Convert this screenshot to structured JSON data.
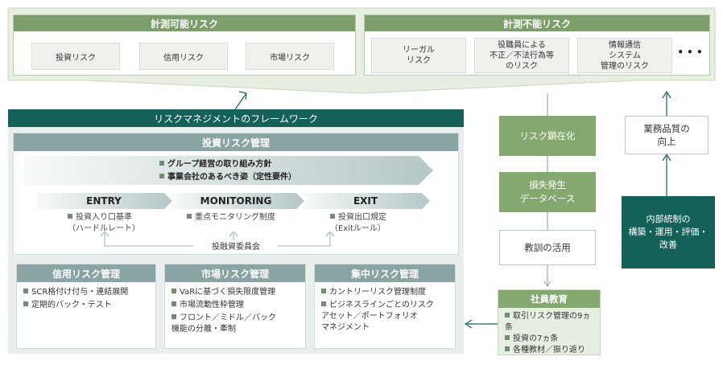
{
  "top_left": {
    "header": "計測可能リスク",
    "items": [
      "投資リスク",
      "信用リスク",
      "市場リスク"
    ]
  },
  "top_right": {
    "header": "計測不能リスク",
    "items": [
      "リーガル\nリスク",
      "役職員による\n不正／不法行為等\nのリスク",
      "情報通信\nシステム\n管理のリスク"
    ],
    "more": "• • •"
  },
  "framework_bar": "リスクマネジメントのフレームワーク",
  "invest_mgmt": {
    "header": "投資リスク管理",
    "policy_lines": [
      "グループ経営の取り組み方針",
      "事業会社のあるべき姿（定性要件）"
    ],
    "stages": [
      {
        "title": "ENTRY",
        "sub": "投資入り口基準\n（ハードルレート）"
      },
      {
        "title": "MONITORING",
        "sub": "重点モニタリング制度"
      },
      {
        "title": "EXIT",
        "sub": "投資出口規定\n（Exitルール）"
      }
    ],
    "committee": "投融資委員会"
  },
  "sub_mgmt": [
    {
      "header": "信用リスク管理",
      "items": [
        "SCR格付け付与・連結展開",
        "定期的バック・テスト"
      ]
    },
    {
      "header": "市場リスク管理",
      "items": [
        "VaRに基づく損失限度管理",
        "市場流動性枠管理",
        "フロント／ミドル／バック\n機能の分離・牽制"
      ]
    },
    {
      "header": "集中リスク管理",
      "items": [
        "カントリーリスク管理制度",
        "ビジネスラインごとのリスク\nアセット／ポートフォリオ\nマネジメント"
      ]
    }
  ],
  "right_flow": {
    "risk_manifest": "リスク顕在化",
    "loss_db": "損失発生\nデータベース",
    "lessons": "教訓の活用",
    "training_header": "社員教育",
    "training_items": [
      "取引リスク管理の9ヵ条",
      "投資の7ヵ条",
      "各種教材／振り返り"
    ]
  },
  "quality": "業務品質の\n向上",
  "internal_control": "内部統制の\n構築・運用・評価・\n改善",
  "colors": {
    "green_header": "#7b9e6a",
    "teal": "#14615a",
    "light_green_bg": "#e7eee2",
    "grey_header": "#8aa3a3"
  }
}
